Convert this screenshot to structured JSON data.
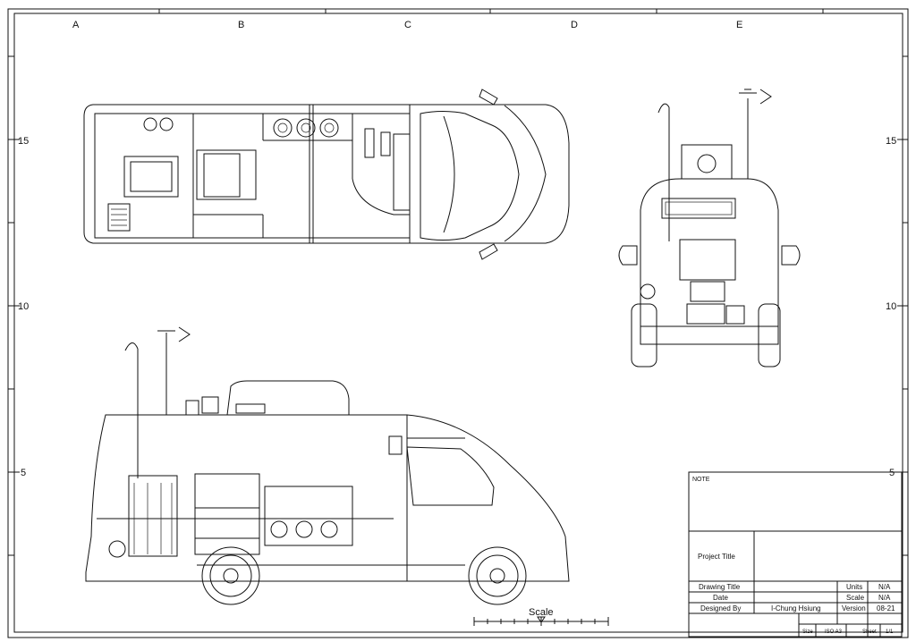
{
  "grid": {
    "columns": [
      "A",
      "B",
      "C",
      "D",
      "E"
    ],
    "rows_left": [
      "15",
      "10",
      "5"
    ],
    "rows_right": [
      "15",
      "10",
      "5"
    ]
  },
  "scale_label": "Scale",
  "title_block": {
    "note_label": "NOTE",
    "project_title_label": "Project Title",
    "drawing_title_label": "Drawing Title",
    "date_label": "Date",
    "designed_by_label": "Designed By",
    "designed_by_value": "I-Chung Hsiung",
    "units_label": "Units",
    "units_value": "N/A",
    "scale_label": "Scale",
    "scale_value": "N/A",
    "version_label": "Version",
    "version_value": "08-21",
    "size_label": "Size",
    "size_value": "ISO A3",
    "sheet_label": "Sheet",
    "sheet_value": "1/1"
  }
}
